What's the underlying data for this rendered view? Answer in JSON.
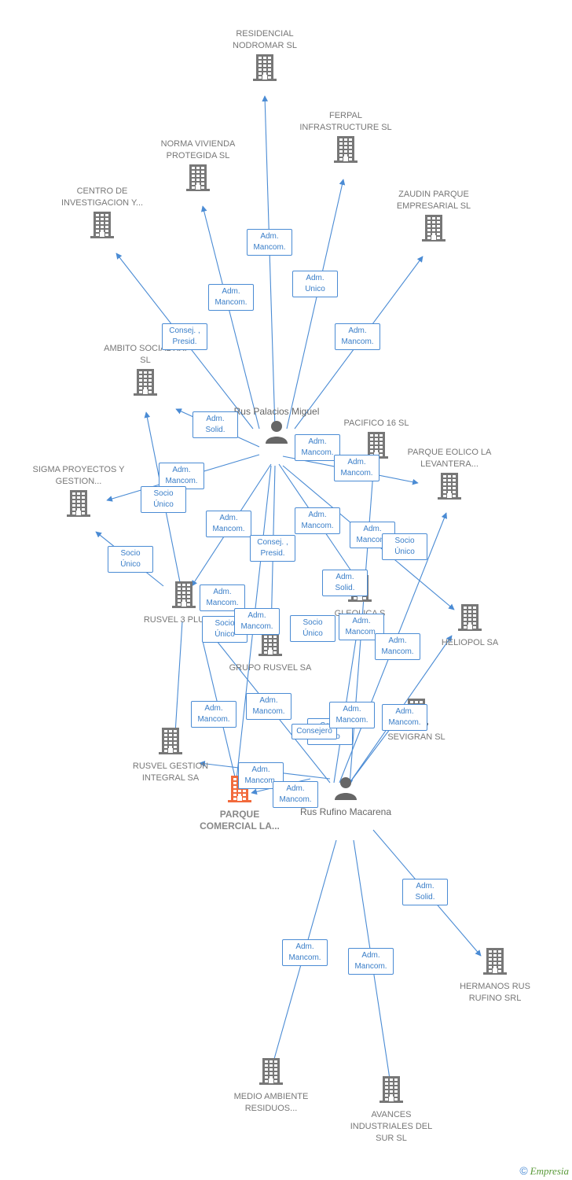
{
  "colors": {
    "edge": "#4a8bd4",
    "building": "#777777",
    "focus": "#f26a3c",
    "person": "#666666"
  },
  "nodes": [
    {
      "id": "residencial",
      "label": "RESIDENCIAL NODROMAR SL",
      "kind": "company"
    },
    {
      "id": "ferpal",
      "label": "FERPAL INFRASTRUCTURE SL",
      "kind": "company"
    },
    {
      "id": "norma",
      "label": "NORMA VIVIENDA PROTEGIDA SL",
      "kind": "company"
    },
    {
      "id": "zaudin",
      "label": "ZAUDIN PARQUE EMPRESARIAL SL",
      "kind": "company"
    },
    {
      "id": "centro",
      "label": "CENTRO DE INVESTIGACION Y...",
      "kind": "company"
    },
    {
      "id": "ambito",
      "label": "AMBITO SOCIAL XXI SL",
      "kind": "company"
    },
    {
      "id": "rus_palacios",
      "label": "Rus Palacios Miguel",
      "kind": "person"
    },
    {
      "id": "pacifico",
      "label": "PACIFICO 16 SL",
      "kind": "company"
    },
    {
      "id": "parque_eolico",
      "label": "PARQUE EOLICO LA LEVANTERA...",
      "kind": "company"
    },
    {
      "id": "sigma",
      "label": "SIGMA PROYECTOS Y GESTION...",
      "kind": "company"
    },
    {
      "id": "rusvel3",
      "label": "RUSVEL 3 PLUS SA",
      "kind": "company"
    },
    {
      "id": "eolica",
      "label": "GI EOLICA S",
      "kind": "company"
    },
    {
      "id": "heliopol",
      "label": "HELIOPOL SA",
      "kind": "company"
    },
    {
      "id": "grupo",
      "label": "GRUPO RUSVEL SA",
      "kind": "company"
    },
    {
      "id": "sevigran",
      "label": "SEVIGRAN SL",
      "kind": "company"
    },
    {
      "id": "rusvel_gestion",
      "label": "RUSVEL GESTION INTEGRAL SA",
      "kind": "company"
    },
    {
      "id": "parque_comercial",
      "label": "PARQUE COMERCIAL LA...",
      "kind": "focus"
    },
    {
      "id": "rus_rufino",
      "label": "Rus Rufino Macarena",
      "kind": "person"
    },
    {
      "id": "hermanos",
      "label": "HERMANOS RUS RUFINO SRL",
      "kind": "company"
    },
    {
      "id": "medio",
      "label": "MEDIO AMBIENTE RESIDUOS...",
      "kind": "company"
    },
    {
      "id": "avances",
      "label": "AVANCES INDUSTRIALES DEL SUR SL",
      "kind": "company"
    }
  ],
  "badges": [
    "Adm.\nMancom.",
    "Adm.\nUnico",
    "Adm.\nMancom.",
    "Adm.\nMancom.",
    "Consej. ,\nPresid.",
    "Adm.\nSolid.",
    "Adm.\nMancom.",
    "Adm.\nMancom.",
    "Adm.\nMancom.",
    "Socio\nÚnico",
    "Socio\nÚnico",
    "Adm.\nMancom.",
    "Adm.\nMancom.",
    "Consej. ,\nPresid.",
    "Adm.\nMancom.",
    "Socio\nÚnico",
    "Adm.\nSolid.",
    "Adm.\nMancom.",
    "Socio\nÚnico",
    "Adm.\nMancom.",
    "Socio\nÚnico",
    "Adm.\nMancom.",
    "Adm.\nMancom.",
    "Adm.\nMancom.",
    "Socio\nÚnico",
    "Adm.\nMancom.",
    "Consejero",
    "Adm.\nMancom.",
    "Adm.\nMancom.",
    "Adm.\nMancom.",
    "Adm.\nMancom.",
    "Adm.\nSolid.",
    "Adm.\nMancom.",
    "Adm.\nMancom."
  ],
  "footer": {
    "copyright": "©",
    "brand": "Empresia"
  }
}
